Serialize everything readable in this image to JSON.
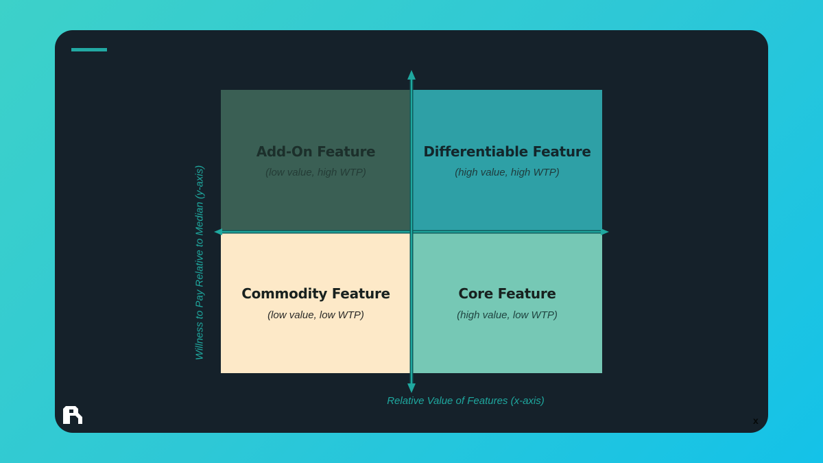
{
  "slide": {
    "quadrants": {
      "top_left": {
        "title": "Add-On Feature",
        "subtitle": "(low value, high WTP)"
      },
      "top_right": {
        "title": "Differentiable Feature",
        "subtitle": "(high value, high WTP)"
      },
      "bottom_left": {
        "title": "Commodity Feature",
        "subtitle": "(low value, low WTP)"
      },
      "bottom_right": {
        "title": "Core Feature",
        "subtitle": "(high value, low WTP)"
      }
    },
    "y_axis_label": "Willness to Pay Relative to Median (y-axis)",
    "x_axis_label": "Relative Value of Features (x-axis)",
    "corner_mark": "x",
    "logo_icon": "brand-logo-icon"
  },
  "colors": {
    "background_start": "#3dd1c9",
    "background_end": "#14c2e8",
    "card": "#15212a",
    "accent": "#22a9a3",
    "axis": "#1fa89f",
    "top_left": "#3a5f54",
    "top_right": "#2ea0a6",
    "bottom_left": "#fde9c8",
    "bottom_right": "#76c8b5"
  }
}
